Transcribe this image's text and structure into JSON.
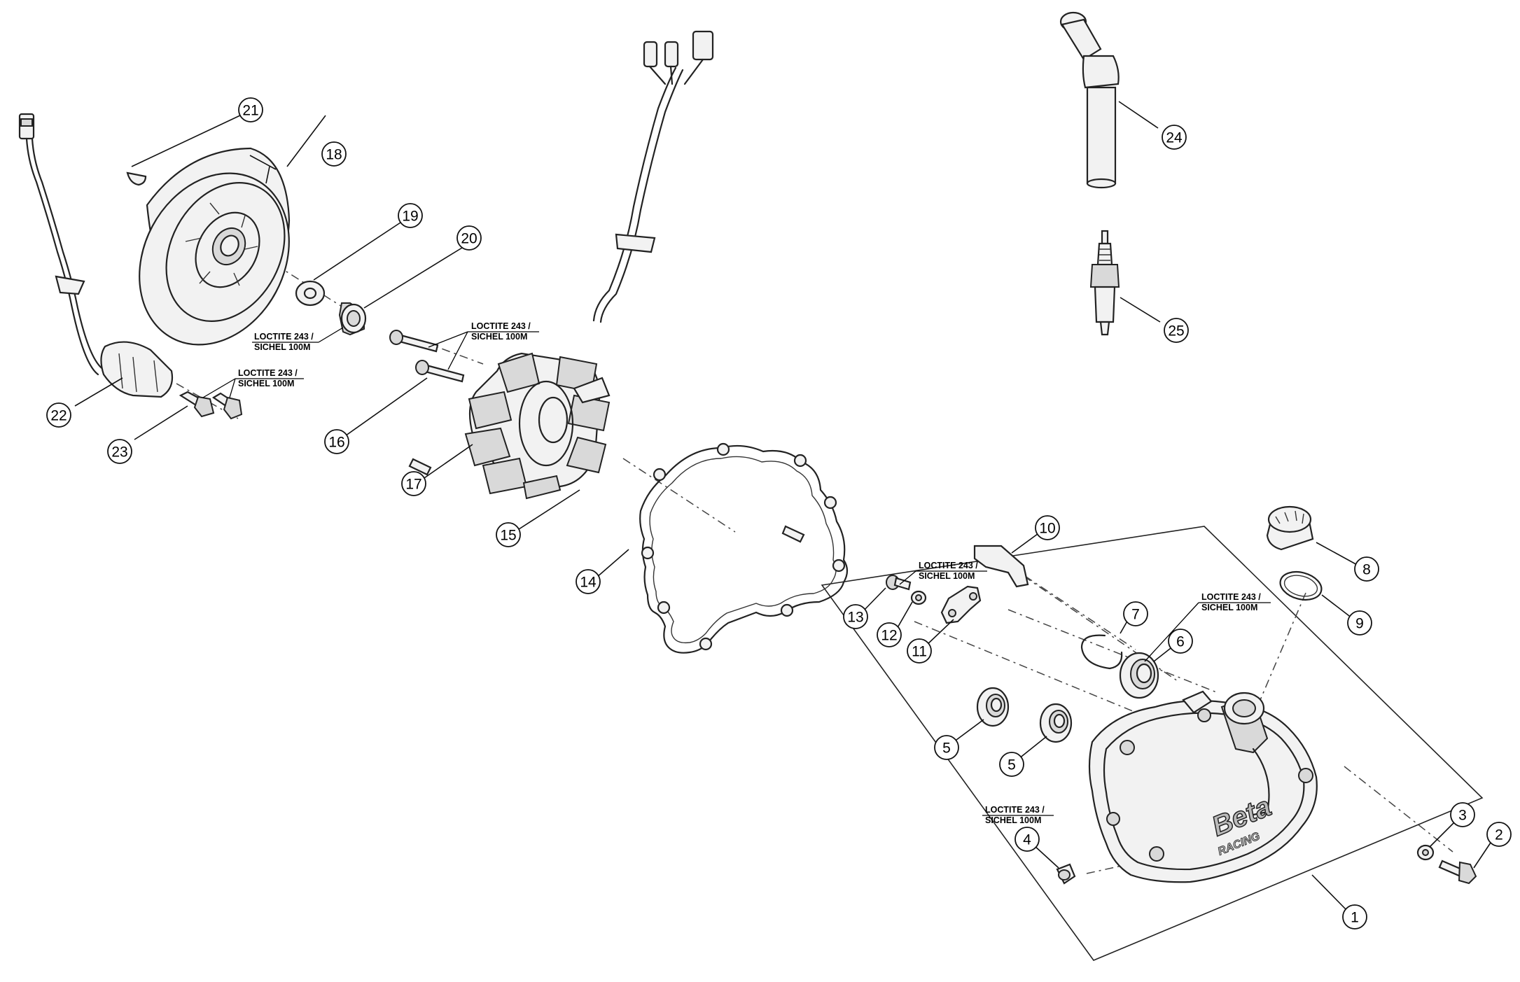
{
  "callouts": [
    {
      "num": "1"
    },
    {
      "num": "2"
    },
    {
      "num": "3"
    },
    {
      "num": "4"
    },
    {
      "num": "5"
    },
    {
      "num": "5"
    },
    {
      "num": "6"
    },
    {
      "num": "7"
    },
    {
      "num": "8"
    },
    {
      "num": "9"
    },
    {
      "num": "10"
    },
    {
      "num": "11"
    },
    {
      "num": "12"
    },
    {
      "num": "13"
    },
    {
      "num": "14"
    },
    {
      "num": "15"
    },
    {
      "num": "16"
    },
    {
      "num": "17"
    },
    {
      "num": "18"
    },
    {
      "num": "19"
    },
    {
      "num": "20"
    },
    {
      "num": "21"
    },
    {
      "num": "22"
    },
    {
      "num": "23"
    },
    {
      "num": "24"
    },
    {
      "num": "25"
    }
  ],
  "notes": [
    {
      "line1": "LOCTITE 243 /",
      "line2": "SICHEL 100M"
    },
    {
      "line1": "LOCTITE 243 /",
      "line2": "SICHEL 100M"
    },
    {
      "line1": "LOCTITE 243 /",
      "line2": "SICHEL 100M"
    },
    {
      "line1": "LOCTITE 243 /",
      "line2": "SICHEL 100M"
    },
    {
      "line1": "LOCTITE 243 /",
      "line2": "SICHEL 100M"
    },
    {
      "line1": "LOCTITE 243 /",
      "line2": "SICHEL 100M"
    }
  ],
  "cover_logo": "Beta",
  "cover_logo_sub": "RACING"
}
